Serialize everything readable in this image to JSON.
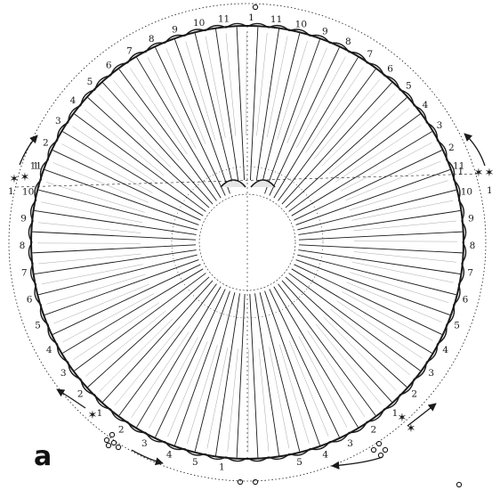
{
  "figure": {
    "panel_label": "a",
    "colors": {
      "ink": "#1a1a1a",
      "paper": "#ffffff"
    },
    "upper_left_labels": [
      "11",
      "10",
      "9",
      "8",
      "7",
      "6",
      "5",
      "4",
      "3",
      "2",
      "1"
    ],
    "upper_right_labels": [
      "1",
      "11",
      "10",
      "9",
      "8",
      "7",
      "6",
      "5",
      "4",
      "3",
      "2",
      "1"
    ],
    "lower_left_labels": [
      "11",
      "10",
      "9",
      "8",
      "7",
      "6",
      "5",
      "4",
      "3",
      "2",
      "1",
      "2",
      "3",
      "4",
      "5",
      "1"
    ],
    "lower_right_labels": [
      "11",
      "10",
      "9",
      "8",
      "7",
      "6",
      "5",
      "4",
      "3",
      "2",
      "1",
      "2",
      "3",
      "4",
      "5"
    ],
    "axis_left_label": "1",
    "axis_right_label": "1",
    "icons": [
      "arrow-icon",
      "star-icon",
      "small-circle-icon"
    ]
  }
}
